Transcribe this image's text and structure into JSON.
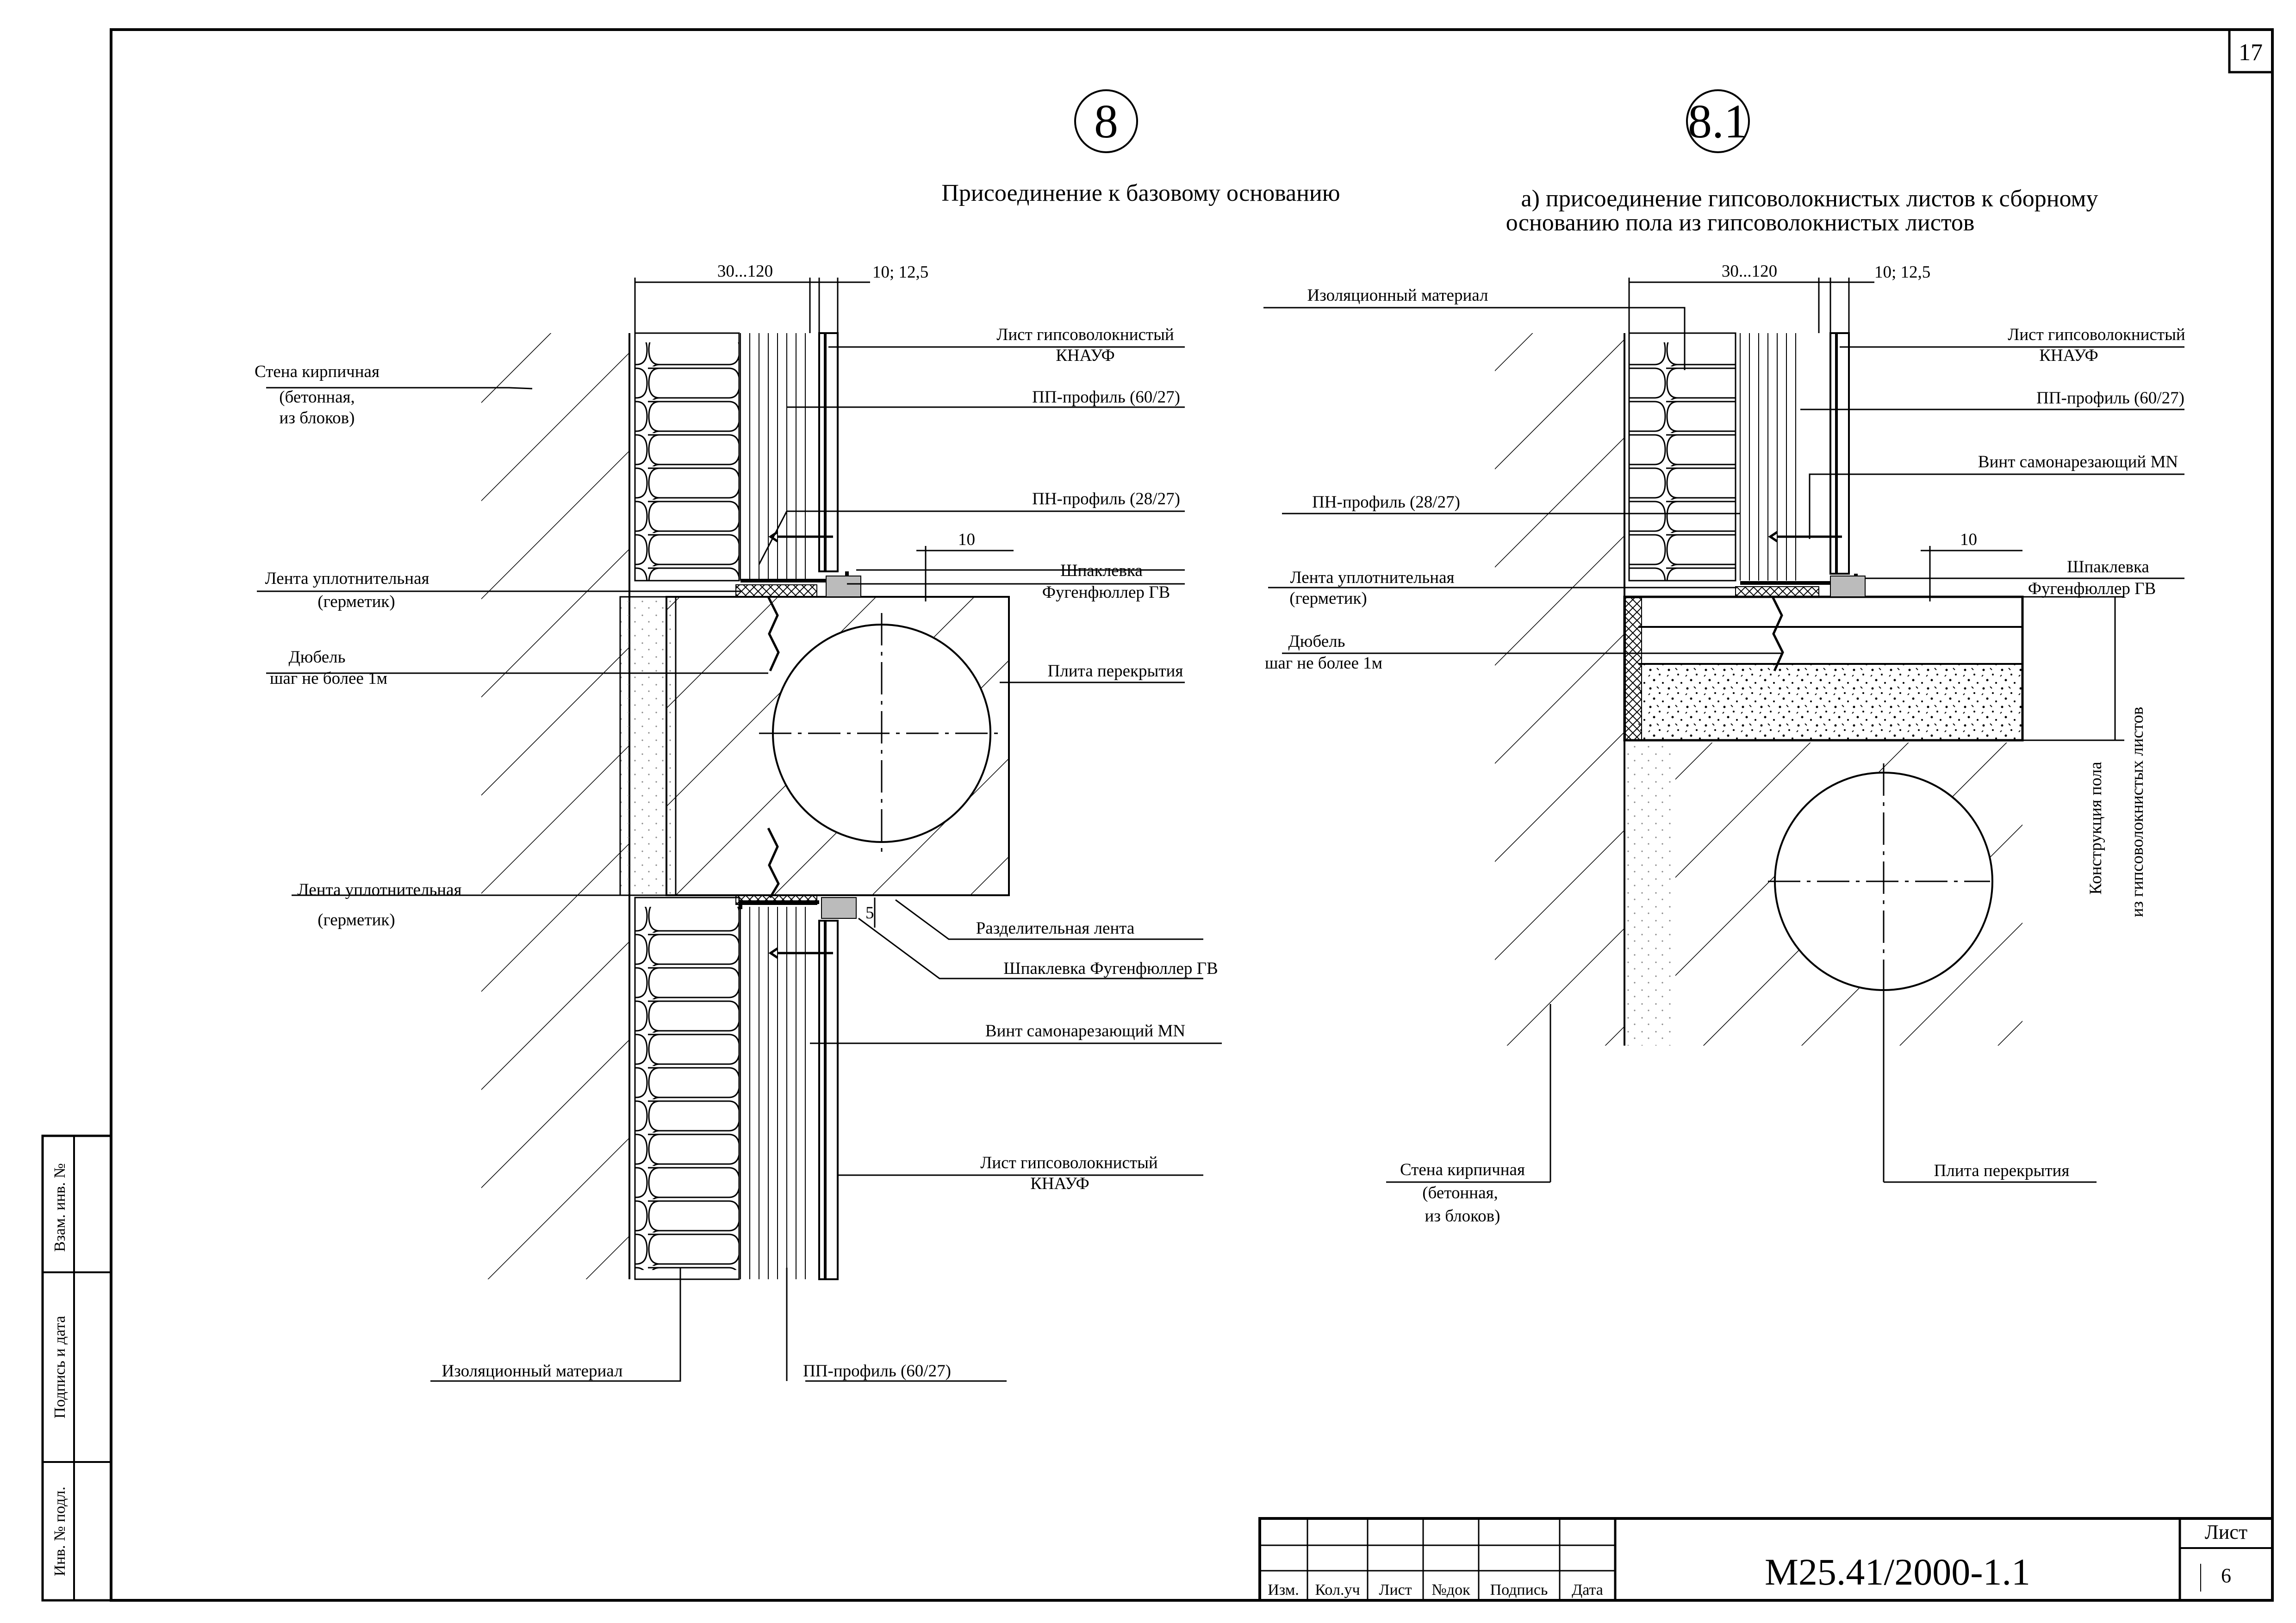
{
  "sheet": {
    "page_number": "17",
    "doc_code": "М25.41/2000-1.1",
    "list_label": "Лист",
    "list_number": "6",
    "side_stamp": [
      "Взам. инв. №",
      "Подпись и дата",
      "Инв. № подл."
    ],
    "title_block_headers": [
      "Изм.",
      "Кол.уч",
      "Лист",
      "№док",
      "Подпись",
      "Дата"
    ]
  },
  "detail_8": {
    "number": "8",
    "title": "Присоединение к базовому основанию",
    "dims": {
      "top_left": "30...120",
      "top_right": "10; 12,5",
      "gap": "10",
      "side": "5"
    },
    "labels": {
      "wall": [
        "Стена кирпичная",
        "(бетонная,",
        "из блоков)"
      ],
      "sheet_top": [
        "Лист гипсоволокнистый",
        "КНАУФ"
      ],
      "pp_profile_top": "ПП-профиль (60/27)",
      "pn_profile": "ПН-профиль (28/27)",
      "tape_top": [
        "Лента уплотнительная",
        "(герметик)"
      ],
      "filler_top": [
        "Шпаклевка",
        "Фугенфюллер ГВ"
      ],
      "dowel": [
        "Дюбель",
        "шаг не более 1м"
      ],
      "slab": "Плита перекрытия",
      "tape_bottom": [
        "Лента уплотнительная",
        "(герметик)"
      ],
      "separating_tape": "Разделительная лента",
      "filler_bottom": "Шпаклевка  Фугенфюллер ГВ",
      "screw": "Винт самонарезающий  MN",
      "sheet_bottom": [
        "Лист гипсоволокнистый",
        "КНАУФ"
      ],
      "insulation": "Изоляционный материал",
      "pp_profile_bottom": "ПП-профиль (60/27)"
    }
  },
  "detail_81": {
    "number": "8.1",
    "title": [
      "а) присоединение гипсоволокнистых листов к сборному",
      "основанию пола из гипсоволокнистых листов"
    ],
    "dims": {
      "top_left": "30...120",
      "top_right": "10; 12,5",
      "gap": "10"
    },
    "labels": {
      "insulation": "Изоляционный материал",
      "sheet": [
        "Лист гипсоволокнистый",
        "КНАУФ"
      ],
      "pp_profile": "ПП-профиль (60/27)",
      "screw": "Винт самонарезающий  MN",
      "pn_profile": "ПН-профиль (28/27)",
      "tape": [
        "Лента уплотнительная",
        "(герметик)"
      ],
      "filler": [
        "Шпаклевка",
        "Фугенфюллер ГВ"
      ],
      "dowel": [
        "Дюбель",
        "шаг не более 1м"
      ],
      "floor_construction": [
        "Конструкция пола",
        "из гипсоволокнистых листов"
      ],
      "wall": [
        "Стена кирпичная",
        "(бетонная,",
        "из блоков)"
      ],
      "slab": "Плита перекрытия"
    }
  }
}
